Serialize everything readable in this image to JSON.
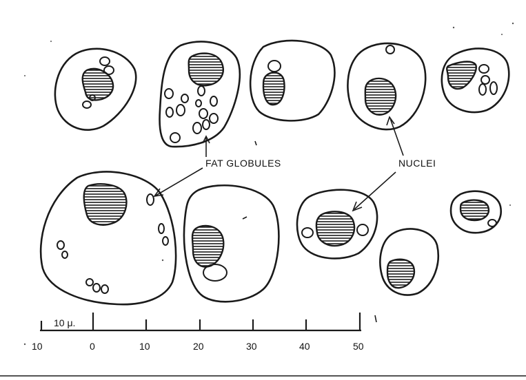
{
  "labels": {
    "fat_globules": "FAT GLOBULES",
    "nuclei": "NUCLEI"
  },
  "scale_bar": {
    "unit_label": "10 μ.",
    "tick_labels": [
      "10",
      "0",
      "10",
      "20",
      "30",
      "40",
      "50"
    ]
  },
  "colors": {
    "ink": "#1a1a1a",
    "paper": "#ffffff"
  }
}
